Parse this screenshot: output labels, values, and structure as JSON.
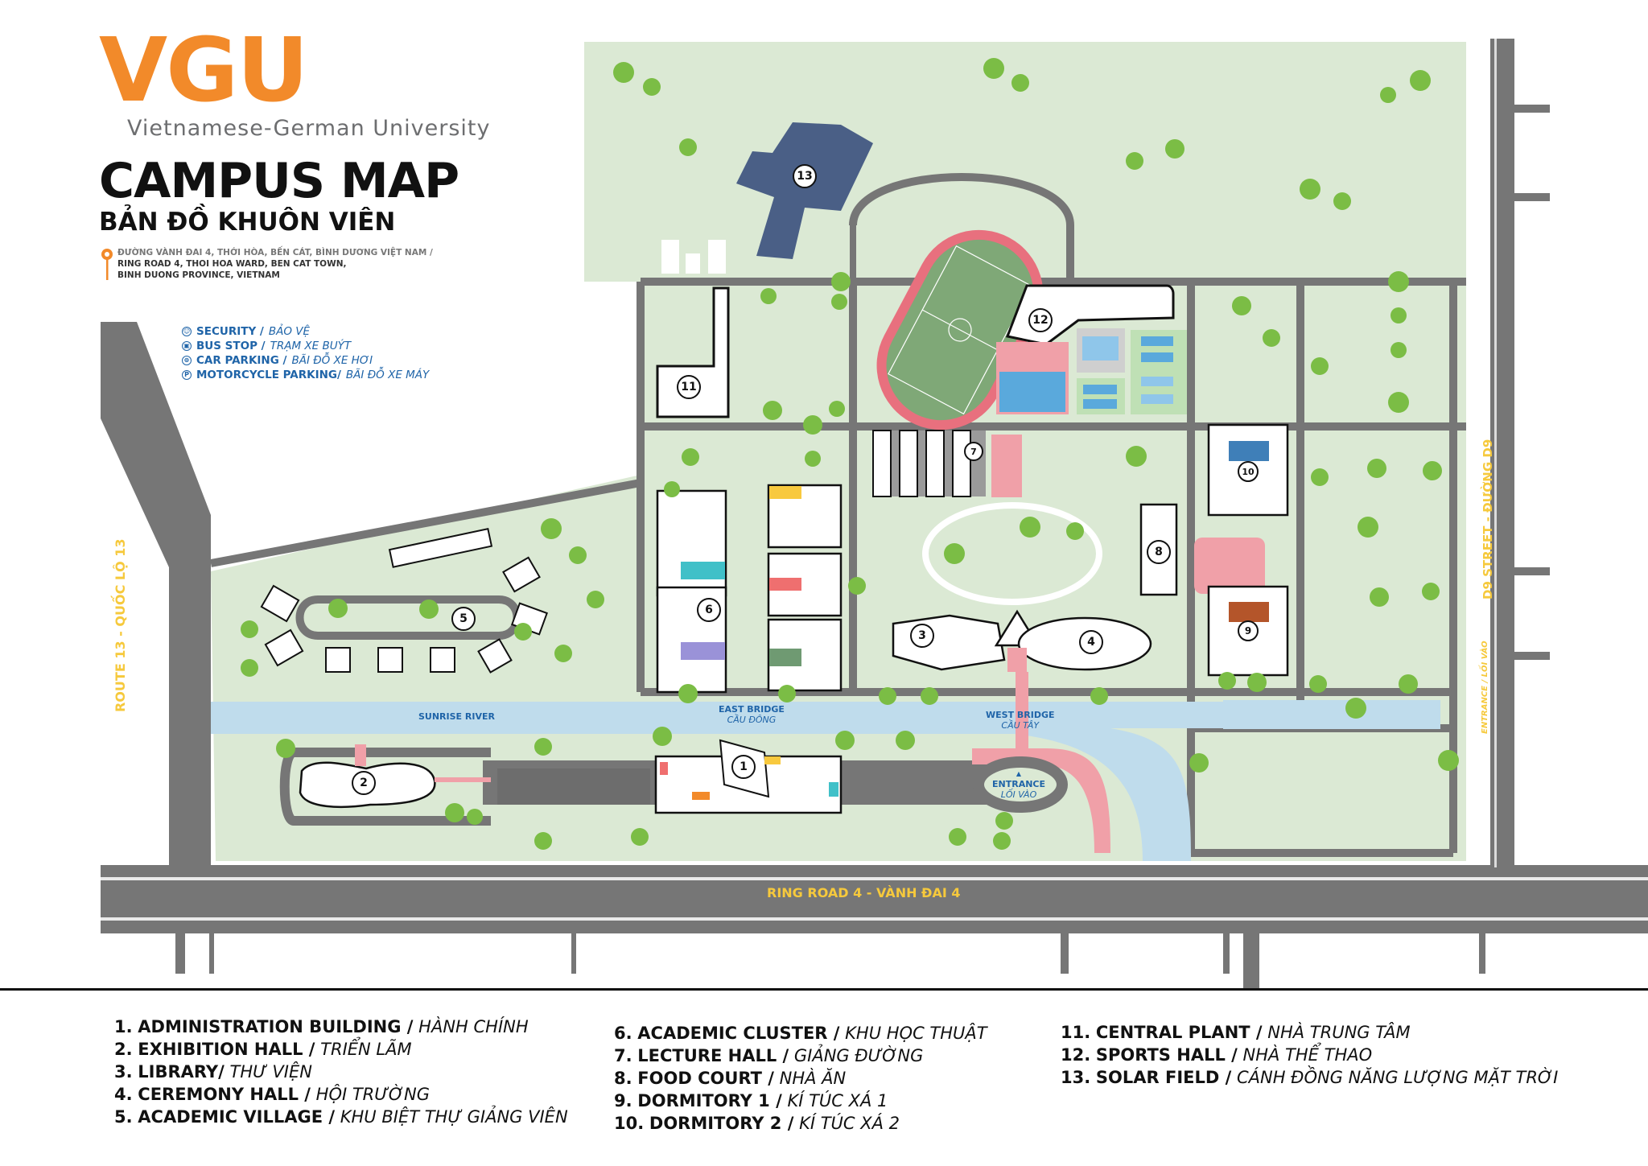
{
  "header": {
    "logo": "VGU",
    "university": "Vietnamese-German University",
    "title": "CAMPUS MAP",
    "subtitle": "BẢN ĐỒ KHUÔN VIÊN",
    "address": {
      "line1": "ĐƯỜNG VÀNH ĐAI 4, THỚI HÒA, BẾN CÁT, BÌNH DƯƠNG VIỆT NAM /",
      "line2": "RING ROAD 4, THOI HOA WARD, BEN CAT TOWN,",
      "line3": "BINH DUONG PROVINCE, VIETNAM"
    }
  },
  "legend": [
    {
      "icon": "security-icon",
      "glyph": "☺",
      "en": "SECURITY /",
      "vi": "BẢO VỆ"
    },
    {
      "icon": "bus-stop-icon",
      "glyph": "▣",
      "en": "BUS STOP /",
      "vi": "TRẠM XE BUÝT"
    },
    {
      "icon": "car-parking-icon",
      "glyph": "⊜",
      "en": "CAR PARKING /",
      "vi": "BÃI ĐỖ XE HƠI"
    },
    {
      "icon": "motorcycle-parking-icon",
      "glyph": "P",
      "en": "MOTORCYCLE PARKING/",
      "vi": "BÃI ĐỖ XE MÁY"
    }
  ],
  "map": {
    "roads": {
      "route13": "ROUTE 13 - QUỐC LỘ 13",
      "ring_road": "RING ROAD 4 - VÀNH ĐAI 4",
      "d9": "D9 STREET - ĐƯỜNG D9",
      "d9_entrance": "ENTRANCE / LỐI VÀO"
    },
    "river": "SUNRISE RIVER",
    "east_bridge": {
      "en": "EAST BRIDGE",
      "vi": "CẦU ĐÔNG"
    },
    "west_bridge": {
      "en": "WEST BRIDGE",
      "vi": "CẦU TÂY"
    },
    "entrance": {
      "en": "ENTRANCE",
      "vi": "LỐI VÀO"
    },
    "markers": [
      "1",
      "2",
      "3",
      "4",
      "5",
      "6",
      "7",
      "8",
      "9",
      "10",
      "11",
      "12",
      "13"
    ]
  },
  "buildings": [
    {
      "num": "1.",
      "en": "ADMINISTRATION BUILDING /",
      "vi": "HÀNH CHÍNH"
    },
    {
      "num": "2.",
      "en": "EXHIBITION HALL /",
      "vi": "TRIỂN LÃM"
    },
    {
      "num": "3.",
      "en": "LIBRARY/",
      "vi": "THƯ VIỆN"
    },
    {
      "num": "4.",
      "en": "CEREMONY HALL /",
      "vi": "HỘI TRƯỜNG"
    },
    {
      "num": "5.",
      "en": "ACADEMIC VILLAGE /",
      "vi": "KHU BIỆT THỰ GIẢNG VIÊN"
    },
    {
      "num": "6.",
      "en": "ACADEMIC CLUSTER /",
      "vi": "KHU HỌC THUẬT"
    },
    {
      "num": "7.",
      "en": "LECTURE HALL /",
      "vi": "GIẢNG ĐƯỜNG"
    },
    {
      "num": "8.",
      "en": "FOOD COURT /",
      "vi": "NHÀ ĂN"
    },
    {
      "num": "9.",
      "en": "DORMITORY 1 /",
      "vi": "KÍ TÚC XÁ 1"
    },
    {
      "num": "10.",
      "en": "DORMITORY 2 /",
      "vi": "KÍ TÚC XÁ 2"
    },
    {
      "num": "11.",
      "en": "CENTRAL PLANT /",
      "vi": "NHÀ TRUNG TÂM"
    },
    {
      "num": "12.",
      "en": "SPORTS HALL /",
      "vi": "NHÀ THỂ THAO"
    },
    {
      "num": "13.",
      "en": "SOLAR FIELD /",
      "vi": "CÁNH ĐỒNG NĂNG LƯỢNG MẶT TRỜI"
    }
  ],
  "colors": {
    "brand_orange": "#f28a2a",
    "grass": "#dbe9d4",
    "road": "#767676",
    "river": "#bfdcec",
    "path_pink": "#f0a0a8",
    "label_blue": "#1f64a8",
    "road_label_yellow": "#f6c93c",
    "solar": "#4a5f86",
    "field_green": "#7fa877",
    "court_blue": "#5aa9dc"
  }
}
